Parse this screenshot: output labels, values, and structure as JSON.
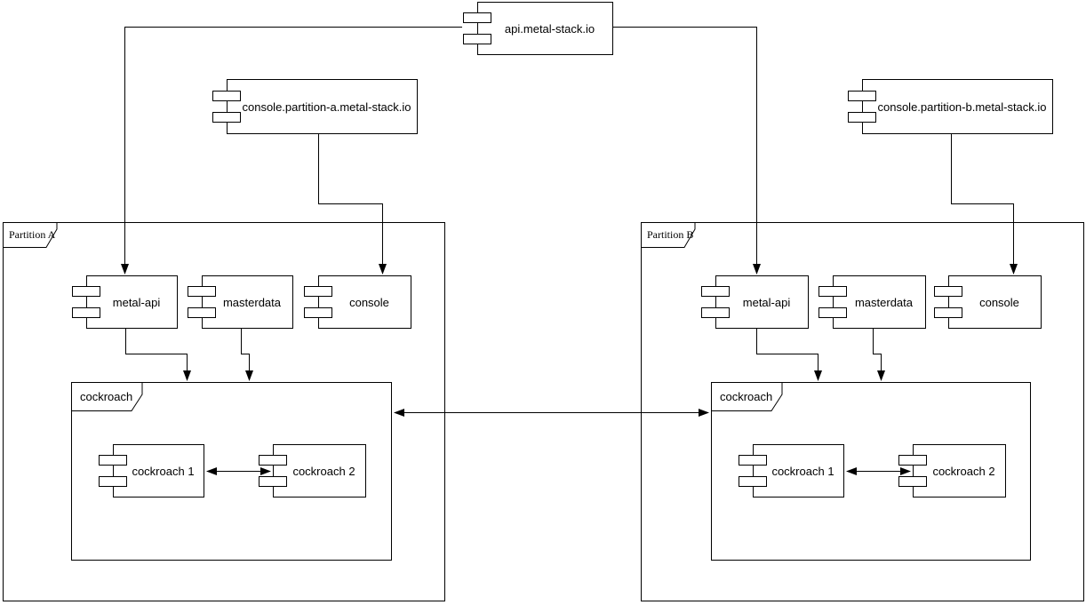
{
  "canvas": {
    "background": "#ffffff",
    "stroke": "#000000"
  },
  "top_components": {
    "api": {
      "label": "api.metal-stack.io"
    },
    "console_a": {
      "label": "console.partition-a.metal-stack.io"
    },
    "console_b": {
      "label": "console.partition-b.metal-stack.io"
    }
  },
  "partition_a": {
    "label": "Partition A",
    "metal_api": {
      "label": "metal-api"
    },
    "masterdata": {
      "label": "masterdata"
    },
    "console": {
      "label": "console"
    },
    "cockroach": {
      "label": "cockroach",
      "node1": {
        "label": "cockroach 1"
      },
      "node2": {
        "label": "cockroach 2"
      }
    }
  },
  "partition_b": {
    "label": "Partition B",
    "metal_api": {
      "label": "metal-api"
    },
    "masterdata": {
      "label": "masterdata"
    },
    "console": {
      "label": "console"
    },
    "cockroach": {
      "label": "cockroach",
      "node1": {
        "label": "cockroach 1"
      },
      "node2": {
        "label": "cockroach 2"
      }
    }
  },
  "edges": [
    {
      "from": "api.metal-stack.io",
      "to": "Partition A / metal-api",
      "arrow": "one-way"
    },
    {
      "from": "api.metal-stack.io",
      "to": "Partition B / metal-api",
      "arrow": "one-way"
    },
    {
      "from": "console.partition-a.metal-stack.io",
      "to": "Partition A / console",
      "arrow": "one-way"
    },
    {
      "from": "console.partition-b.metal-stack.io",
      "to": "Partition B / console",
      "arrow": "one-way"
    },
    {
      "from": "Partition A / metal-api",
      "to": "Partition A / cockroach",
      "arrow": "one-way"
    },
    {
      "from": "Partition A / masterdata",
      "to": "Partition A / cockroach",
      "arrow": "one-way"
    },
    {
      "from": "Partition B / metal-api",
      "to": "Partition B / cockroach",
      "arrow": "one-way"
    },
    {
      "from": "Partition B / masterdata",
      "to": "Partition B / cockroach",
      "arrow": "one-way"
    },
    {
      "from": "Partition A / cockroach 1",
      "to": "Partition A / cockroach 2",
      "arrow": "two-way"
    },
    {
      "from": "Partition B / cockroach 1",
      "to": "Partition B / cockroach 2",
      "arrow": "two-way"
    },
    {
      "from": "Partition A / cockroach",
      "to": "Partition B / cockroach",
      "arrow": "two-way"
    }
  ]
}
